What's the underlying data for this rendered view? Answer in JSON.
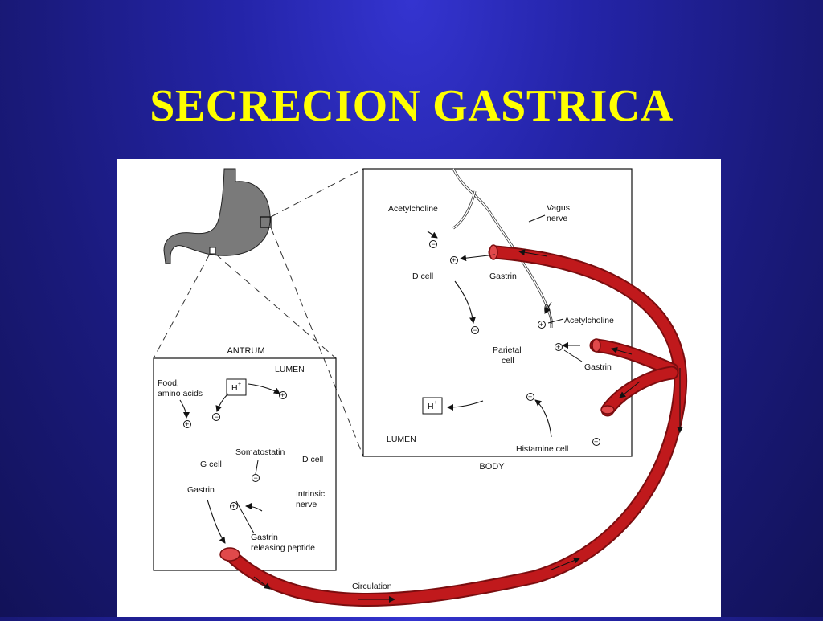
{
  "slide": {
    "title": "SECRECION GASTRICA"
  },
  "antrum": {
    "caption": "ANTRUM",
    "lumen": "LUMEN",
    "food_1": "Food,",
    "food_2": "amino acids",
    "h_ion": "H",
    "h_sup": "+",
    "somatostatin": "Somatostatin",
    "g_cell": "G cell",
    "d_cell": "D cell",
    "gastrin": "Gastrin",
    "intrinsic_1": "Intrinsic",
    "intrinsic_2": "nerve",
    "grp_1": "Gastrin",
    "grp_2": "releasing peptide"
  },
  "body_panel": {
    "caption": "BODY",
    "acetylcholine_top": "Acetylcholine",
    "vagus_1": "Vagus",
    "vagus_2": "nerve",
    "d_cell": "D cell",
    "gastrin_top": "Gastrin",
    "acetylcholine_mid": "Acetylcholine",
    "parietal_1": "Parietal",
    "parietal_2": "cell",
    "gastrin_mid": "Gastrin",
    "h_ion": "H",
    "h_sup": "+",
    "lumen": "LUMEN",
    "histamine": "Histamine cell"
  },
  "circulation": "Circulation",
  "colors": {
    "vessel": "#c0191c",
    "vessel_dark": "#7a0d0f",
    "stomach": "#7a7a7a",
    "title": "#ffff00"
  }
}
